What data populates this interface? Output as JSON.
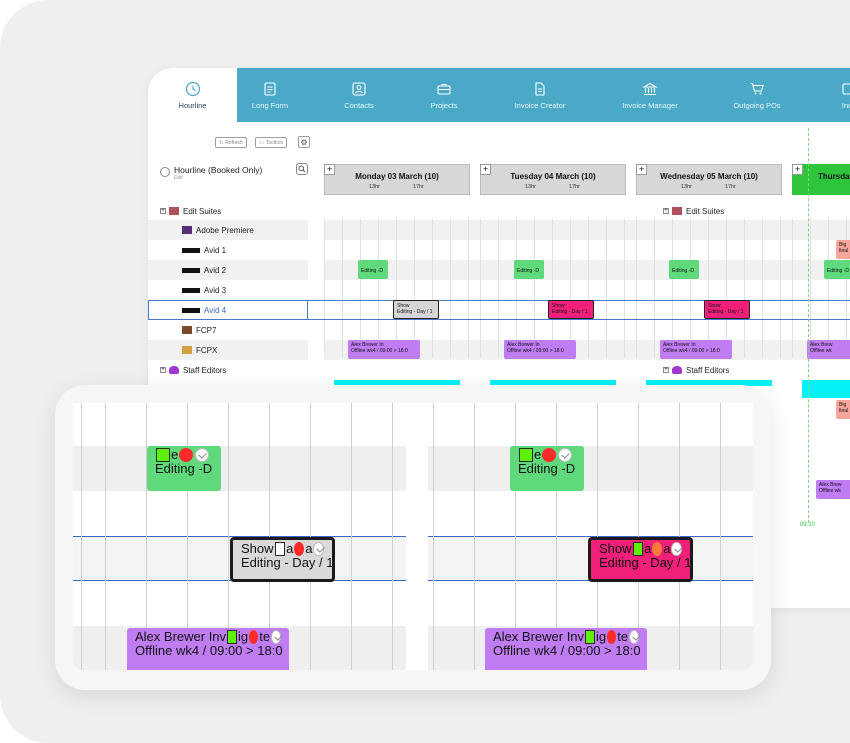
{
  "nav": {
    "items": [
      {
        "label": "Hourline",
        "icon": "clock-icon"
      },
      {
        "label": "Long Form",
        "icon": "document-icon"
      },
      {
        "label": "Contacts",
        "icon": "contact-icon"
      },
      {
        "label": "Projects",
        "icon": "briefcase-icon"
      },
      {
        "label": "Invoice Creator",
        "icon": "file-icon"
      },
      {
        "label": "Invoice Manager",
        "icon": "bank-icon"
      },
      {
        "label": "Outgoing POs",
        "icon": "cart-icon"
      },
      {
        "label": "Inco",
        "icon": "inbox-icon"
      }
    ]
  },
  "toolbar": {
    "refresh": "Refresh",
    "toolbox": "Toolbox"
  },
  "hourline": {
    "title": "Hourline (Booked Only)",
    "sub": "Edit"
  },
  "groups": {
    "edit_suites": "Edit Suites",
    "staff_editors": "Staff Editors"
  },
  "rows": [
    "Adobe Premiere",
    "Avid 1",
    "Avid 2",
    "Avid 3",
    "Avid 4",
    "FCP7",
    "FCPX"
  ],
  "days": [
    {
      "title": "Monday 03 March (10)",
      "h1": "13hr",
      "h2": "17hr"
    },
    {
      "title": "Tuesday 04 March (10)",
      "h1": "13hr",
      "h2": "17hr"
    },
    {
      "title": "Wednesday 05 March (10)",
      "h1": "13hr",
      "h2": "17hr"
    },
    {
      "title": "Thursda",
      "h1": "",
      "h2": ""
    }
  ],
  "mini": {
    "edit_d": "Editing -D",
    "show_line1": "Show",
    "show_line2": "Editing - Day / 1",
    "alex_line1": "Alex Brewer In",
    "alex_line2": "Offline wk4 / 09:00 > 18:0",
    "big": "Big",
    "fina": "final",
    "alex_short": "Alex Brew",
    "offline_short": "Offline wk"
  },
  "time_marker": "09:10",
  "zoom": {
    "e_prefix": "e",
    "edit_d": "Editing -D",
    "show": "Show",
    "a1": "a",
    "a2": "a",
    "show_line2": "Editing - Day / 1",
    "alex_line1": "Alex Brewer Inv",
    "alex_mid": "ig",
    "alex_end": "te",
    "alex_line2": "Offline wk4 / 09:00 > 18:0"
  },
  "colors": {
    "nav": "#4aa9c7",
    "green": "#5fd97b",
    "pink": "#f0207a",
    "purple": "#c07cf3",
    "cyan": "#05f1f5",
    "today": "#2ec43b"
  }
}
